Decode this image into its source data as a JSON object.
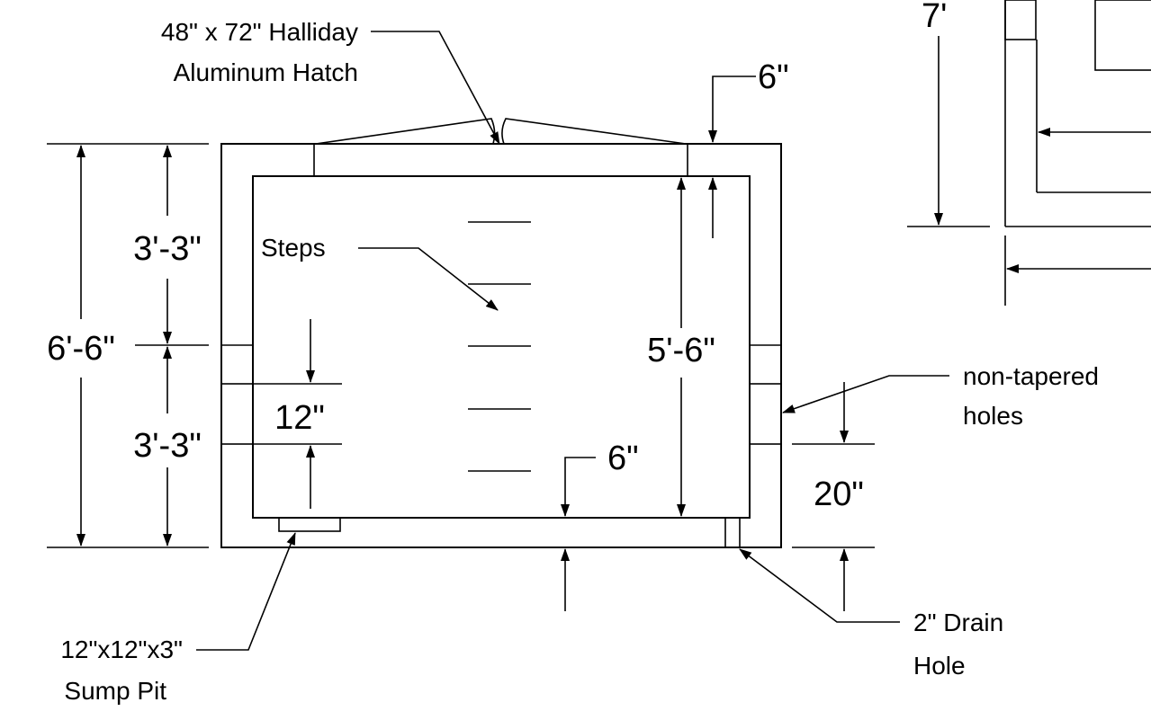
{
  "labels": {
    "hatch_line1": "48\" x 72\" Halliday",
    "hatch_line2": "Aluminum Hatch",
    "steps": "Steps",
    "holes_line1": "non-tapered",
    "holes_line2": "holes",
    "drain_line1": "2\" Drain",
    "drain_line2": "Hole",
    "sump_line1": "12\"x12\"x3\"",
    "sump_line2": "Sump Pit"
  },
  "dimensions": {
    "total_height": "6'-6\"",
    "upper_height": "3'-3\"",
    "lower_height": "3'-3\"",
    "hole_height": "12\"",
    "interior_height": "5'-6\"",
    "top_thickness": "6\"",
    "floor_thickness": "6\"",
    "hole_to_bottom": "20\"",
    "partial_right": "7'"
  }
}
